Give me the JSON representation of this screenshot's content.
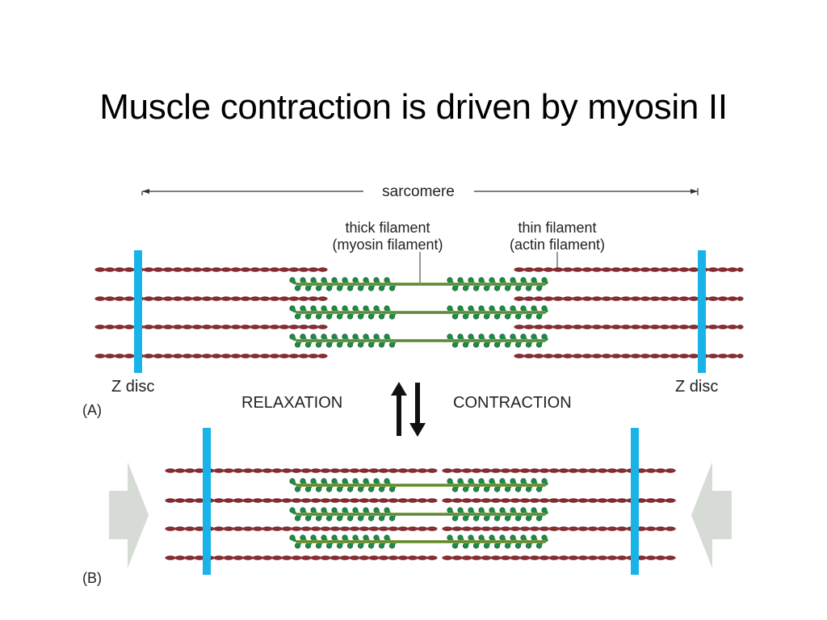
{
  "slide": {
    "title": "Muscle contraction is driven by myosin II"
  },
  "diagram": {
    "sarcomere_label": "sarcomere",
    "thick_filament_label": [
      "thick filament",
      "(myosin filament)"
    ],
    "thin_filament_label": [
      "thin filament",
      "(actin filament)"
    ],
    "z_disc_left": "Z disc",
    "z_disc_right": "Z disc",
    "panel_a_label": "(A)",
    "panel_b_label": "(B)",
    "relaxation_label": "RELAXATION",
    "contraction_label": "CONTRACTION",
    "colors": {
      "actin": "#7a1f24",
      "myosin_heads": "#1f8a45",
      "myosin_heads_dark": "#0f5c2c",
      "myosin_core": "#8aa44a",
      "z_disc": "#18b4e8",
      "push_arrow": "#d6dbd6",
      "text": "#222222"
    }
  }
}
